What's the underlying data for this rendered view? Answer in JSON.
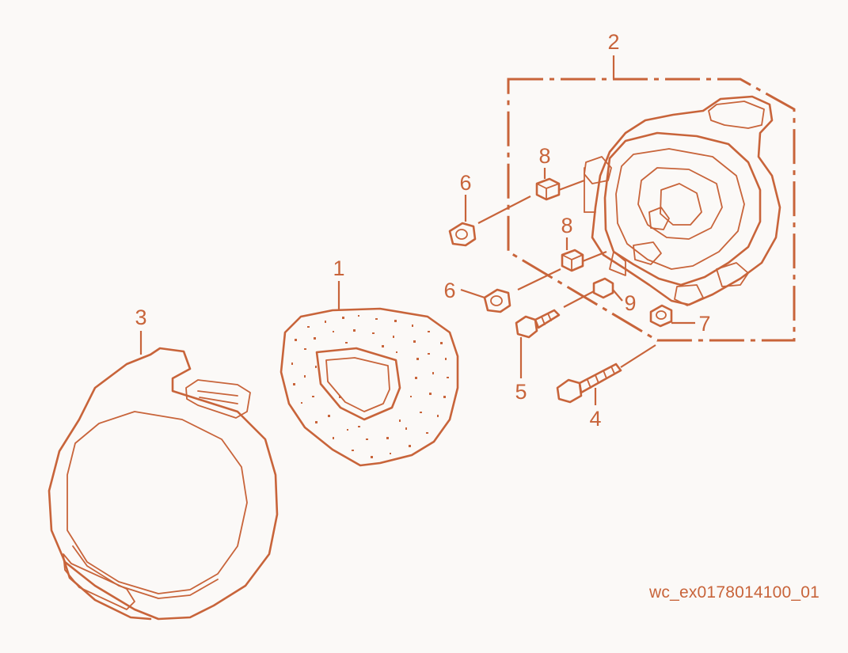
{
  "callouts": {
    "c1": "1",
    "c2": "2",
    "c3": "3",
    "c4": "4",
    "c5": "5",
    "c6a": "6",
    "c6b": "6",
    "c7": "7",
    "c8a": "8",
    "c8b": "8",
    "c9": "9"
  },
  "drawing_id": "wc_ex0178014100_01",
  "colors": {
    "line": "#c8643a",
    "background": "#fbf9f7"
  }
}
